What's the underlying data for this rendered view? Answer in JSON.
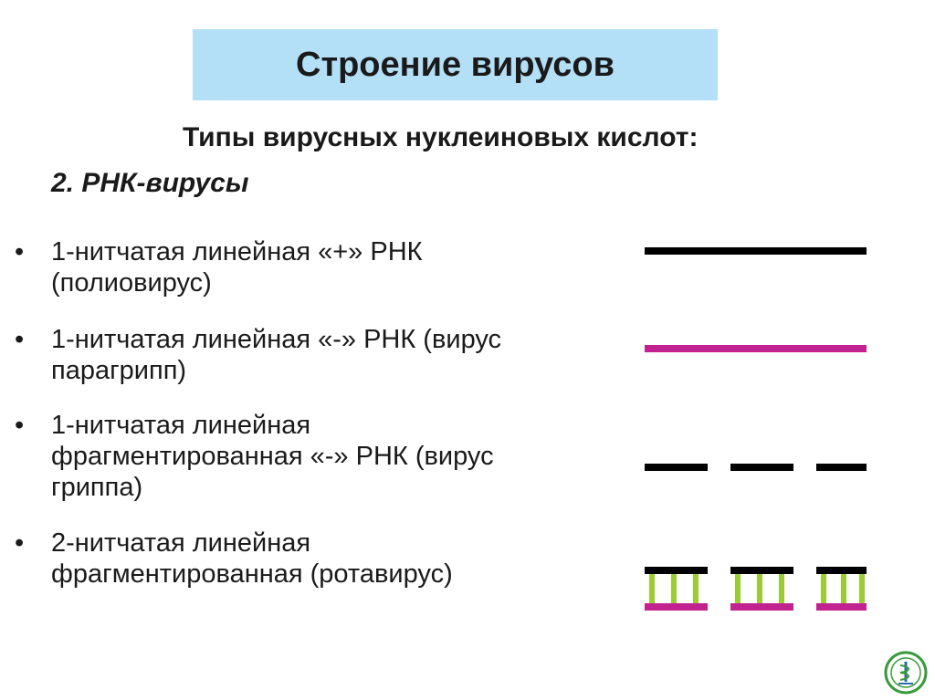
{
  "slide": {
    "title": "Строение вирусов",
    "subtitle": "Типы вирусных нуклеиновых кислот:",
    "section_heading": "2. РНК-вирусы",
    "bullet_symbol": "•",
    "items": [
      {
        "text": "1-нитчатая линейная «+» РНК\n(полиовирус)",
        "diagram": "single-strand-plus"
      },
      {
        "text": "1-нитчатая линейная «-» РНК (вирус\nпарагрипп)",
        "diagram": "single-strand-minus"
      },
      {
        "text": "1-нитчатая линейная\nфрагментированная  «-» РНК (вирус\nгриппа)",
        "diagram": "segmented-single-strand"
      },
      {
        "text": "2-нитчатая линейная\nфрагментированная (ротавирус)",
        "diagram": "segmented-double-strand"
      }
    ]
  },
  "colors": {
    "title_background": "#b3dff7",
    "plus_strand": "#000000",
    "minus_strand": "#c2228f",
    "base_pair": "#9acd32",
    "logo_green": "#3a9a3a"
  },
  "icons": {
    "logo": "medical-emblem-icon"
  }
}
